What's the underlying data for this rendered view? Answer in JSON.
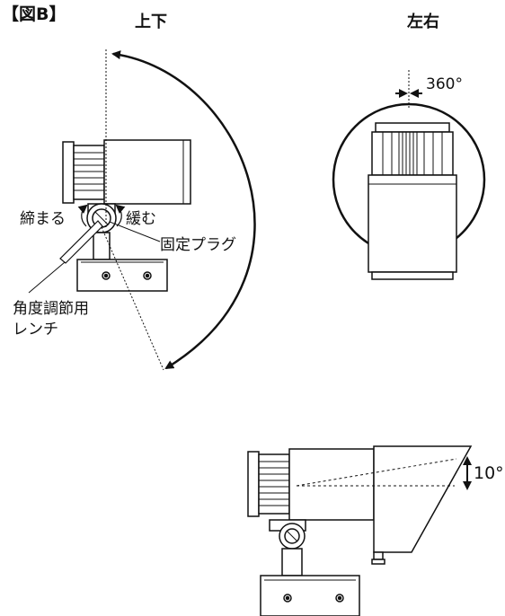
{
  "figure_label": "【図B】",
  "headings": {
    "tilt": "上下",
    "pan": "左右"
  },
  "callouts": {
    "tighten": "締まる",
    "loosen": "緩む",
    "fixing_plug": "固定プラグ",
    "wrench_line1": "角度調節用",
    "wrench_line2": "レンチ"
  },
  "angles": {
    "pan_rotation": "360°",
    "tilt_offset": "10°"
  }
}
